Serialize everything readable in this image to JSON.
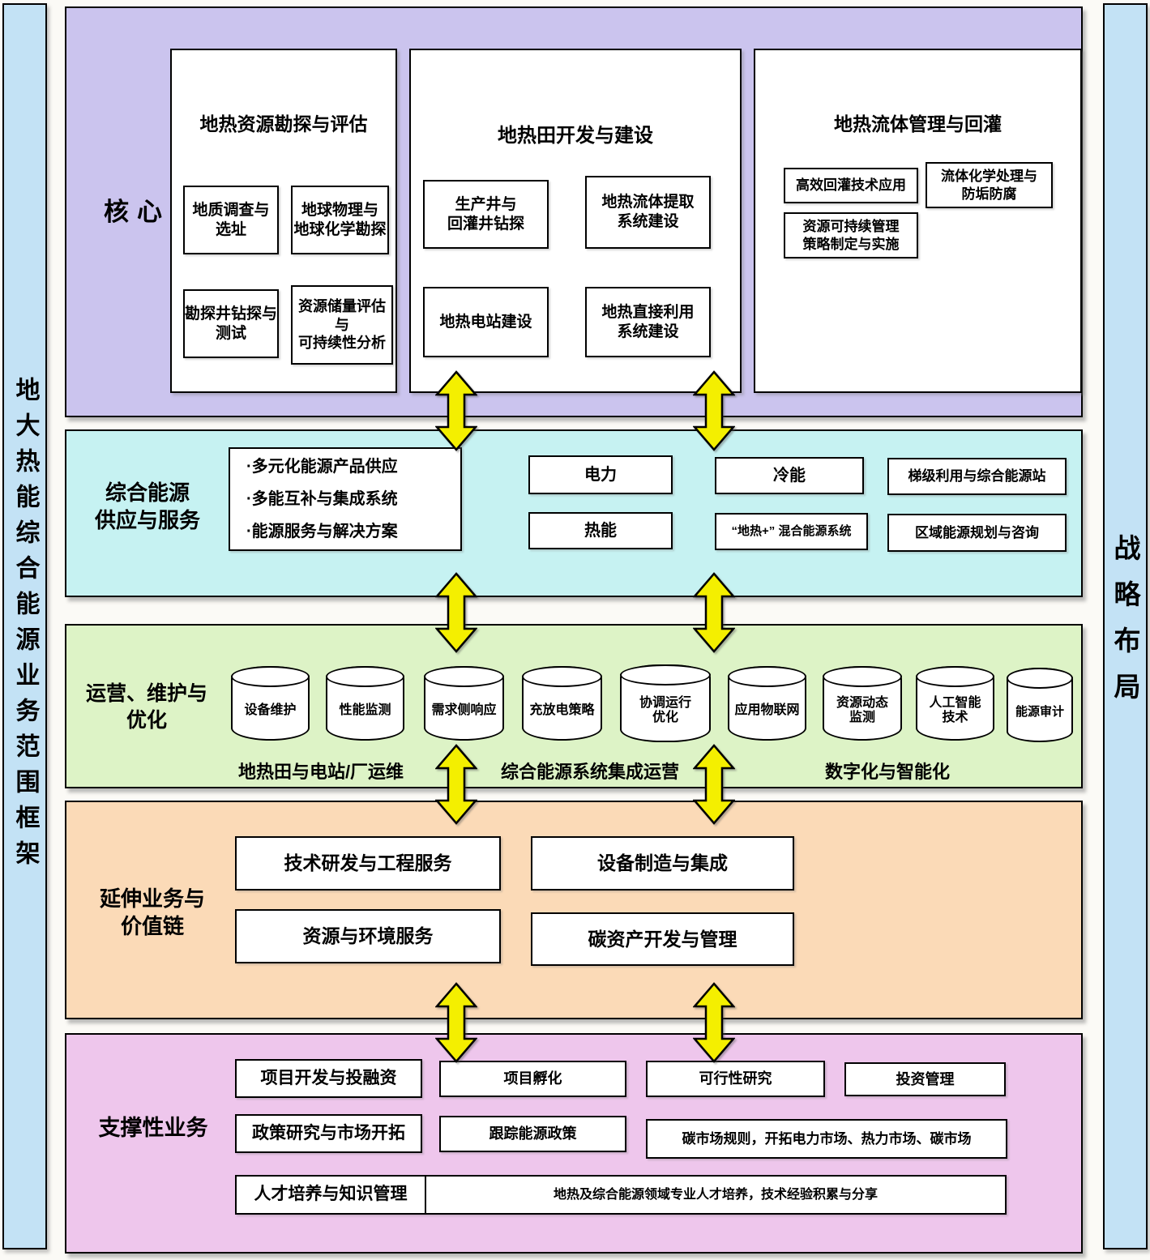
{
  "sidebars": {
    "left": "地大热能综合能源业务范围框架",
    "right": "战略布局"
  },
  "core": {
    "label": "核心",
    "exploration": {
      "title": "地热资源勘探与评估",
      "items": [
        "地质调查与\n选址",
        "地球物理与\n地球化学勘探",
        "勘探井钻探与\n测试",
        "资源储量评估\n与\n可持续性分析"
      ]
    },
    "development": {
      "title": "地热田开发与建设",
      "items": [
        "生产井与\n回灌井钻探",
        "地热流体提取\n系统建设",
        "地热电站建设",
        "地热直接利用\n系统建设"
      ]
    },
    "fluid": {
      "title": "地热流体管理与回灌",
      "items": [
        "高效回灌技术应用",
        "流体化学处理与\n防垢防腐",
        "资源可持续管理\n策略制定与实施"
      ]
    }
  },
  "energy": {
    "label": "综合能源\n供应与服务",
    "bullets": [
      "·多元化能源产品供应",
      "·多能互补与集成系统",
      "·能源服务与解决方案"
    ],
    "boxes": [
      "电力",
      "冷能",
      "梯级利用与综合能源站",
      "热能",
      "“地热+” 混合能源系统",
      "区域能源规划与咨询"
    ]
  },
  "operations": {
    "label": "运营、维护与\n优化",
    "cylinders": [
      "设备维护",
      "性能监测",
      "需求侧响应",
      "充放电策略",
      "协调运行\n优化",
      "应用物联网",
      "资源动态\n监测",
      "人工智能\n技术",
      "能源审计"
    ],
    "captions": [
      "地热田与电站/厂运维",
      "综合能源系统集成运营",
      "数字化与智能化"
    ]
  },
  "extended": {
    "label": "延伸业务与\n价值链",
    "boxes": [
      "技术研发与工程服务",
      "设备制造与集成",
      "资源与环境服务",
      "碳资产开发与管理"
    ]
  },
  "support": {
    "label": "支撑性业务",
    "row1": [
      "项目开发与投融资",
      "项目孵化",
      "可行性研究",
      "投资管理"
    ],
    "row2": [
      "政策研究与市场开拓",
      "跟踪能源政策",
      "碳市场规则，开拓电力市场、热力市场、碳市场"
    ],
    "row3_title": "人才培养与知识管理",
    "row3_desc": "地热及综合能源领域专业人才培养，技术经验积累与分享"
  },
  "colors": {
    "core_bg": "#cbc4ee",
    "energy_bg": "#c6f2f2",
    "operations_bg": "#ddf3c6",
    "extended_bg": "#fbdab7",
    "support_bg": "#eec6ec",
    "sidebar_bg": "#c3e2f5",
    "arrow": "#f4ef00"
  }
}
